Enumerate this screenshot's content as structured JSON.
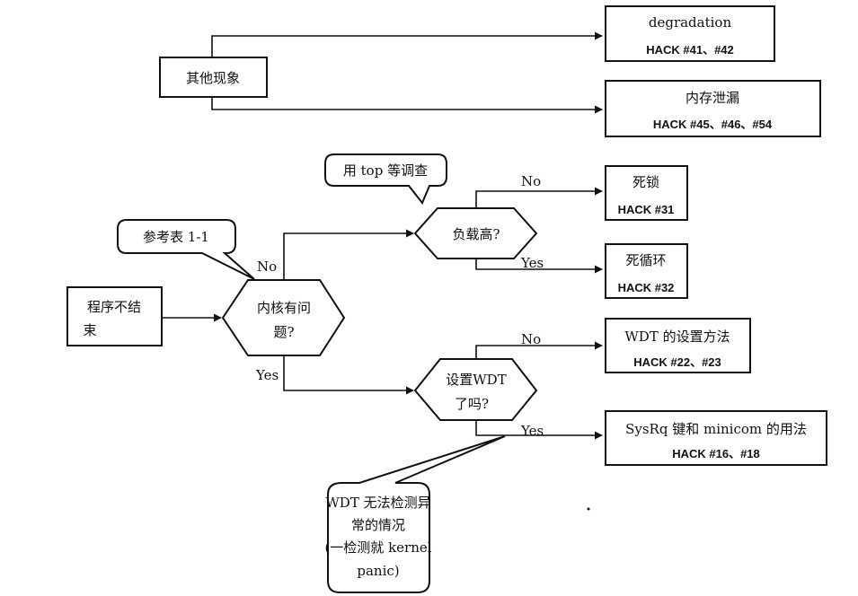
{
  "nodes": {
    "other": "其他现象",
    "degradation": {
      "title": "degradation",
      "ref": "HACK #41、#42"
    },
    "memleak": {
      "title": "内存泄漏",
      "ref": "HACK #45、#46、#54"
    },
    "notend": [
      "程序不结",
      "束"
    ],
    "kernel": [
      "内核有问",
      "题?"
    ],
    "load": "负载高?",
    "wdtq": [
      "设置WDT",
      "了吗?"
    ],
    "deadlock": {
      "title": "死锁",
      "ref": "HACK #31"
    },
    "loop": {
      "title": "死循环",
      "ref": "HACK #32"
    },
    "wdtset": {
      "title": "WDT 的设置方法",
      "ref": "HACK #22、#23"
    },
    "sysrq": {
      "title": "SysRq 键和 minicom 的用法",
      "ref": "HACK #16、#18"
    }
  },
  "callouts": {
    "top": "用 top 等调查",
    "table": "参考表 1-1",
    "wdt": [
      "WDT 无法检测异",
      "常的情况",
      "(一检测就 kernel",
      "panic)"
    ]
  },
  "labels": {
    "kernel_no": "No",
    "kernel_yes": "Yes",
    "load_no": "No",
    "load_yes": "Yes",
    "wdt_no": "No",
    "wdt_yes": "Yes"
  }
}
